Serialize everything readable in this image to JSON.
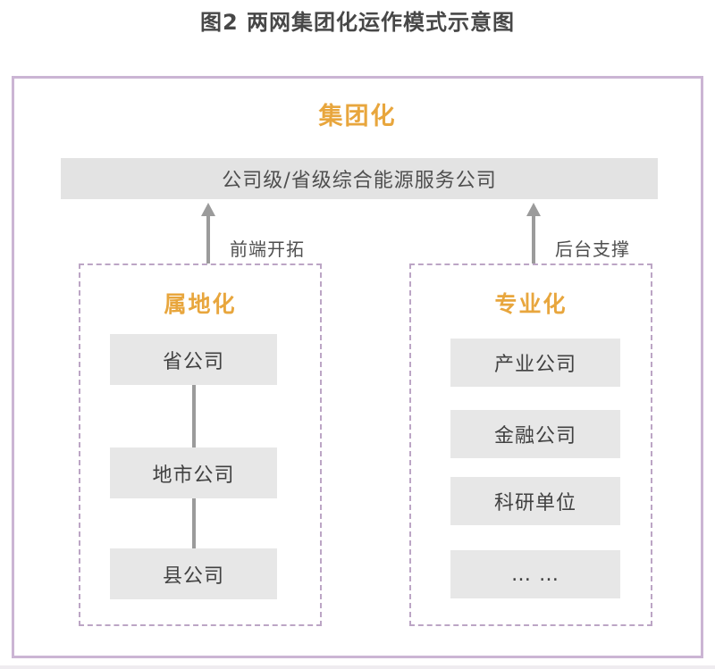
{
  "page_title": "图2 两网集团化运作模式示意图",
  "colors": {
    "accent_orange": "#e8a63d",
    "outer_border_purple": "#cbb5d4",
    "dashed_border_purple": "#bca5c5",
    "node_gray": "#e7e7e7",
    "arrow_gray": "#9b9b9b",
    "text_dark": "#474747"
  },
  "diagram": {
    "group_title": "集团化",
    "top_bar_label": "公司级/省级综合能源服务公司",
    "left_arrow_label": "前端开拓",
    "right_arrow_label": "后台支撑",
    "left_group": {
      "title": "属地化",
      "items": [
        "省公司",
        "地市公司",
        "县公司"
      ]
    },
    "right_group": {
      "title": "专业化",
      "items": [
        "产业公司",
        "金融公司",
        "科研单位",
        "… …"
      ]
    }
  }
}
